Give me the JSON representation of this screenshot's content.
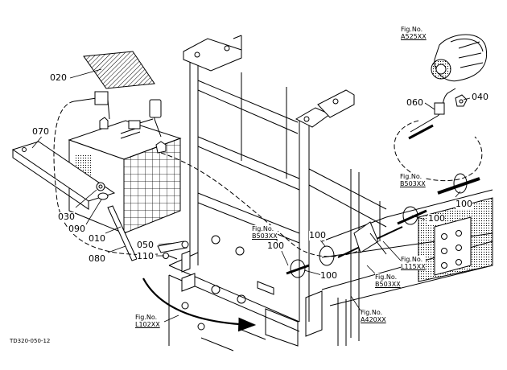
{
  "drawing_code": "TD320-050-12",
  "parts": [
    {
      "id": "p020",
      "no": "020"
    },
    {
      "id": "p070",
      "no": "070"
    },
    {
      "id": "p030",
      "no": "030"
    },
    {
      "id": "p090",
      "no": "090"
    },
    {
      "id": "p010",
      "no": "010"
    },
    {
      "id": "p080",
      "no": "080"
    },
    {
      "id": "p050",
      "no": "050"
    },
    {
      "id": "p110",
      "no": "110"
    },
    {
      "id": "p060",
      "no": "060"
    },
    {
      "id": "p040",
      "no": "040"
    },
    {
      "id": "p100a",
      "no": "100"
    },
    {
      "id": "p100b",
      "no": "100"
    },
    {
      "id": "p100c",
      "no": "100"
    },
    {
      "id": "p100d",
      "no": "100"
    },
    {
      "id": "p100e",
      "no": "100"
    }
  ],
  "fig_refs": [
    {
      "id": "fA525",
      "caption": "Fig.No.",
      "ref": "A525XX"
    },
    {
      "id": "fB503a",
      "caption": "Fig.No.",
      "ref": "B503XX"
    },
    {
      "id": "fB503b",
      "caption": "Fig.No.",
      "ref": "B503XX"
    },
    {
      "id": "fL115",
      "caption": "Fig.No.",
      "ref": "L115XX"
    },
    {
      "id": "fB503c",
      "caption": "Fig.No.",
      "ref": "B503XX"
    },
    {
      "id": "fA420",
      "caption": "Fig.No.",
      "ref": "A420XX"
    },
    {
      "id": "fL102",
      "caption": "Fig.No.",
      "ref": "L102XX"
    }
  ]
}
